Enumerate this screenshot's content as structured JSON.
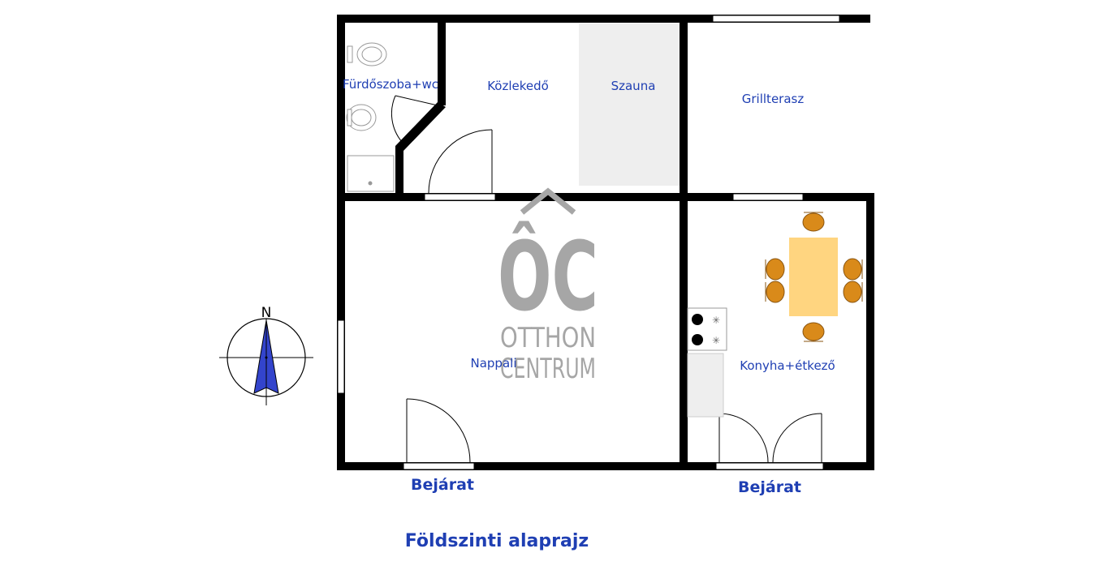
{
  "rooms": {
    "bathroom": "Fürdőszoba+wc",
    "hallway": "Közlekedő",
    "sauna": "Szauna",
    "grill_terrace": "Grillterasz",
    "living_room": "Nappali",
    "kitchen_dining": "Konyha+étkező"
  },
  "entrances": {
    "left": "Bejárat",
    "right": "Bejárat"
  },
  "compass": {
    "north": "N"
  },
  "watermark": {
    "logo": "ÔC",
    "line1": "OTTHON",
    "line2": "CENTRUM"
  },
  "caption": "Földszinti alaprajz",
  "colors": {
    "label": "#1f3fb3",
    "wall": "#000000",
    "table": "#ffd580",
    "chair": "#d98a1a",
    "sauna_fill": "#eeeeee",
    "compass_needle": "#3344cc",
    "watermark": "#a6a6a6"
  }
}
